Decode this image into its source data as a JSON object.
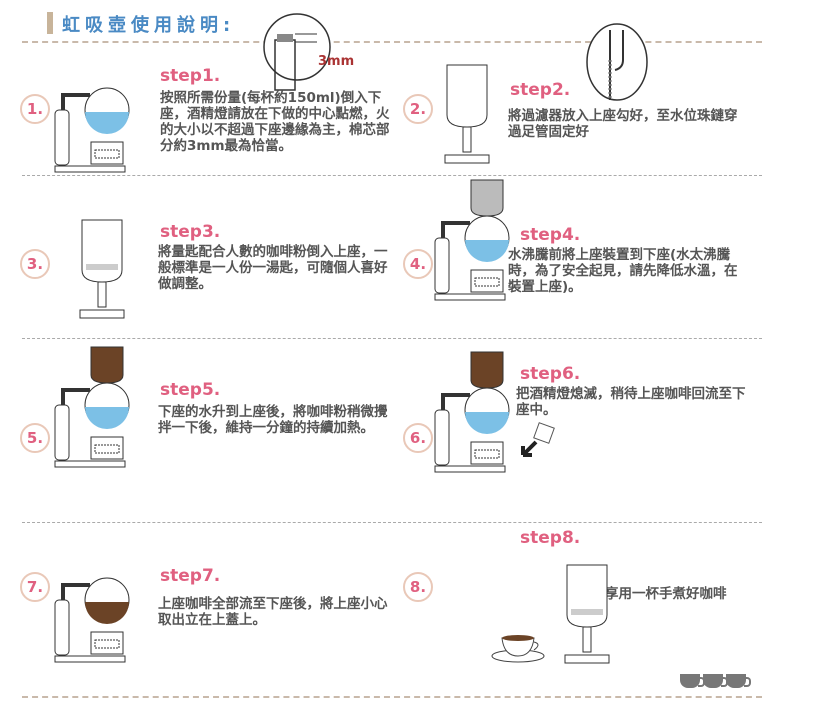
{
  "title": "虹吸壺使用說明:",
  "inset_label": "3mm",
  "colors": {
    "accent": "#e06080",
    "title": "#4a8ac4",
    "water": "#7cc0e6",
    "coffee": "#6b4326"
  },
  "steps": [
    {
      "num": "1.",
      "label": "step1.",
      "text": "按照所需份量(每杯約150ml)倒入下座，酒精燈請放在下做的中心點燃，火的大小以不超過下座邊緣為主，棉芯部分約3mm最為恰當。"
    },
    {
      "num": "2.",
      "label": "step2.",
      "text": "將過濾器放入上座勾好，至水位珠鏈穿過足管固定好"
    },
    {
      "num": "3.",
      "label": "step3.",
      "text": "將量匙配合人數的咖啡粉倒入上座，一般標準是一人份一湯匙，可隨個人喜好做調整。"
    },
    {
      "num": "4.",
      "label": "step4.",
      "text": "水沸騰前將上座裝置到下座(水太沸騰時，為了安全起見，請先降低水溫，在裝置上座)。"
    },
    {
      "num": "5.",
      "label": "step5.",
      "text": "下座的水升到上座後，將咖啡粉稍微攪拌一下後，維持一分鐘的持續加熱。"
    },
    {
      "num": "6.",
      "label": "step6.",
      "text": "把酒精燈熄滅，稍待上座咖啡回流至下座中。"
    },
    {
      "num": "7.",
      "label": "step7.",
      "text": "上座咖啡全部流至下座後，將上座小心取出立在上蓋上。"
    },
    {
      "num": "8.",
      "label": "step8.",
      "text": "享用一杯手煮好咖啡"
    }
  ]
}
